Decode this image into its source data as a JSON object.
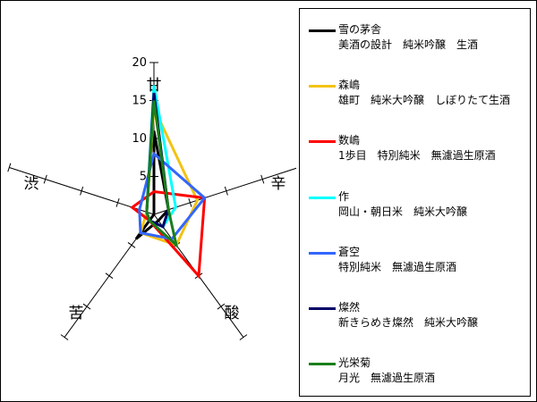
{
  "chart_data": {
    "type": "radar",
    "axes": [
      "甘",
      "辛",
      "酸",
      "苦",
      "渋"
    ],
    "scale_ticks": [
      "5",
      "10",
      "15",
      "20"
    ],
    "range": [
      0,
      20
    ],
    "series": [
      {
        "name": "雪の茅舎",
        "desc": "美酒の設計　純米吟醸　生酒",
        "color": "#000000",
        "values": [
          11,
          2,
          1,
          4,
          0
        ]
      },
      {
        "name": "森嶋",
        "desc": "雄町　純米大吟醸　しぼりたて生酒",
        "color": "#f2c314",
        "values": [
          14,
          6,
          5,
          3,
          1
        ]
      },
      {
        "name": "数嶋",
        "desc": "1歩目　特別純米　無濾過生原酒",
        "color": "#ff0000",
        "values": [
          3,
          7,
          10,
          1,
          3
        ]
      },
      {
        "name": "作",
        "desc": "岡山・朝日米　純米大吟醸",
        "color": "#00ffff",
        "values": [
          17,
          3,
          2,
          1,
          1
        ]
      },
      {
        "name": "蒼空",
        "desc": "特別純米　無濾過生原酒",
        "color": "#3366ff",
        "values": [
          8,
          7,
          4,
          3,
          2
        ]
      },
      {
        "name": "燦然",
        "desc": "新きらめき燦然　純米大吟醸",
        "color": "#000066",
        "values": [
          16,
          2,
          2,
          1,
          1
        ]
      },
      {
        "name": "光栄菊",
        "desc": "月光　無濾過生原酒",
        "color": "#1a7f1a",
        "values": [
          15,
          2,
          5,
          1,
          1
        ]
      }
    ]
  }
}
